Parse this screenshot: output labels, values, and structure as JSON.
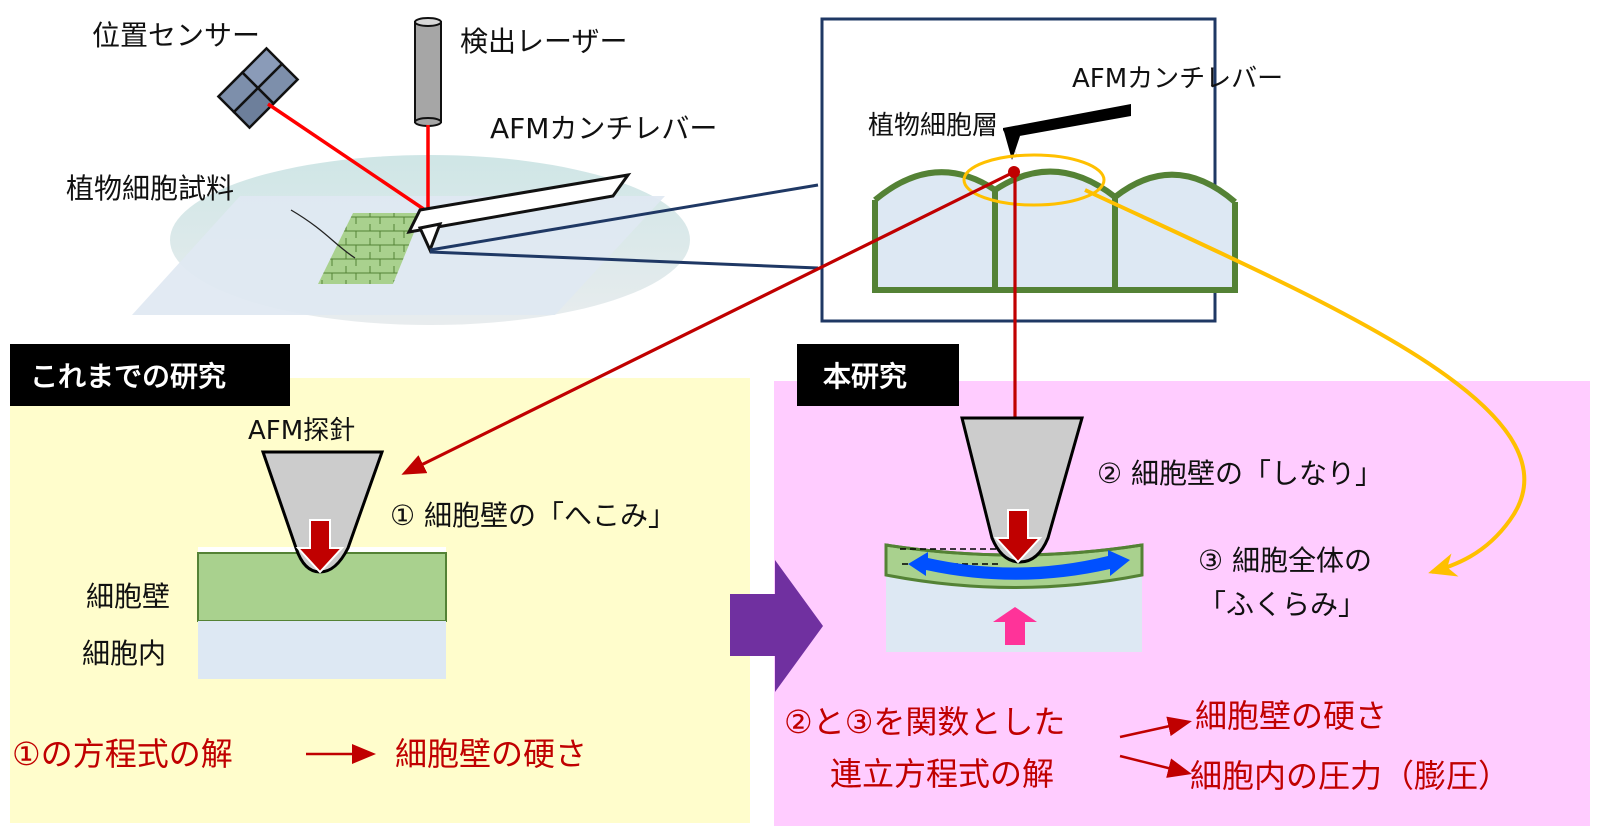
{
  "colors": {
    "laser_red": "#ff0000",
    "dark_red": "#c00000",
    "cell_green": "#548235",
    "cell_fill": "#dde8f3",
    "wall_fill": "#a9d18e",
    "gold": "#ffc000",
    "navy": "#1f3864",
    "prior_bg": "#fffdcc",
    "this_bg": "#ffccff",
    "purple": "#7030a0",
    "blue": "#0050ff",
    "pink": "#ff3399",
    "tip_gray": "#cccccc"
  },
  "top": {
    "position_sensor": "位置センサー",
    "detection_laser": "検出レーザー",
    "afm_cantilever": "AFMカンチレバー",
    "plant_sample": "植物細胞試料"
  },
  "inset": {
    "plant_cell_layer": "植物細胞層",
    "afm_cantilever": "AFMカンチレバー"
  },
  "prior": {
    "tag": "これまでの研究",
    "probe_label": "AFM探針",
    "indent_label": "① 細胞壁の「へこみ」",
    "wall_label": "細胞壁",
    "interior_label": "細胞内",
    "result_left": "①の方程式の解",
    "result_right": "細胞壁の硬さ"
  },
  "current": {
    "tag": "本研究",
    "bend_label": "② 細胞壁の「しなり」",
    "bulge_label_1": "③ 細胞全体の",
    "bulge_label_2": "「ふくらみ」",
    "eq_line1": "②と③を関数とした",
    "eq_line2": "連立方程式の解",
    "out1": "細胞壁の硬さ",
    "out2": "細胞内の圧力（膨圧）"
  }
}
